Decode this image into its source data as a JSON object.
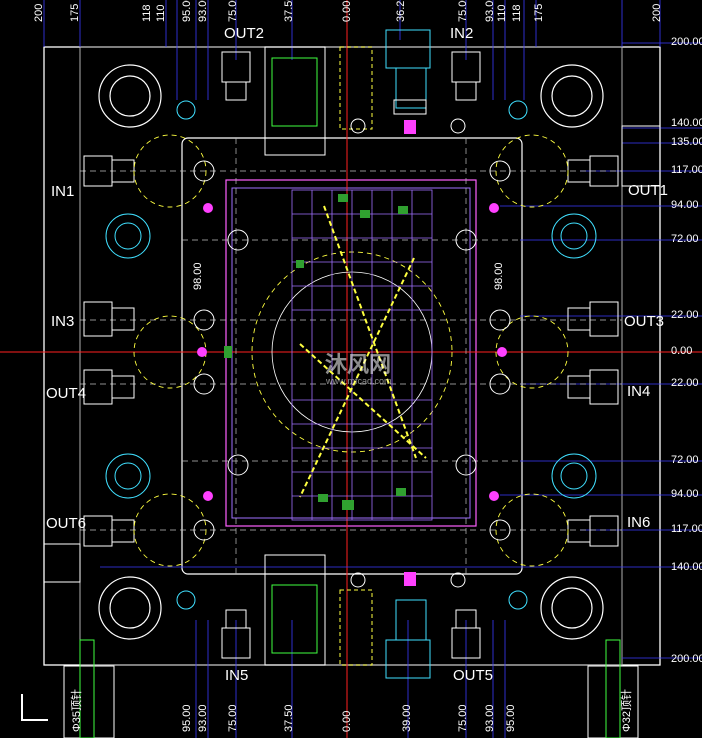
{
  "labels": {
    "in1": "IN1",
    "in2": "IN2",
    "in3": "IN3",
    "in4": "IN4",
    "in5": "IN5",
    "in6": "IN6",
    "out1": "OUT1",
    "out2": "OUT2",
    "out3": "OUT3",
    "out4": "OUT4",
    "out5": "OUT5",
    "out6": "OUT6"
  },
  "top_dims": [
    "200",
    "175",
    "118",
    "110",
    "95.00",
    "93.00",
    "75.00",
    "37.50",
    "0.00",
    "36.2",
    "75.00",
    "93.00",
    "110",
    "118",
    "175",
    "200"
  ],
  "bottom_dims": [
    "95.00",
    "93.00",
    "75.00",
    "37.50",
    "0.00",
    "39.00",
    "75.00",
    "93.00",
    "95.00"
  ],
  "right_dims": [
    "200.00",
    "140.00",
    "135.00",
    "117.00",
    "94.00",
    "72.00",
    "22.00",
    "0.00",
    "22.00",
    "72.00",
    "94.00",
    "117.00",
    "140.00",
    "200.00"
  ],
  "inner_dims": {
    "left": "98.00",
    "right": "98.00"
  },
  "pin_labels": {
    "left": "Φ35顶针",
    "right": "Φ32顶针"
  },
  "watermark": {
    "main": "沐风网",
    "sub": "www.mfcad.com"
  },
  "colors": {
    "frame": "#ffffff",
    "center_red": "#ff2020",
    "blue": "#3a3aff",
    "cyan": "#40e0ff",
    "yellow": "#ffff40",
    "green": "#40ff40",
    "magenta": "#ff40ff",
    "purple": "#a070ff",
    "gray": "#a0a0a0"
  }
}
